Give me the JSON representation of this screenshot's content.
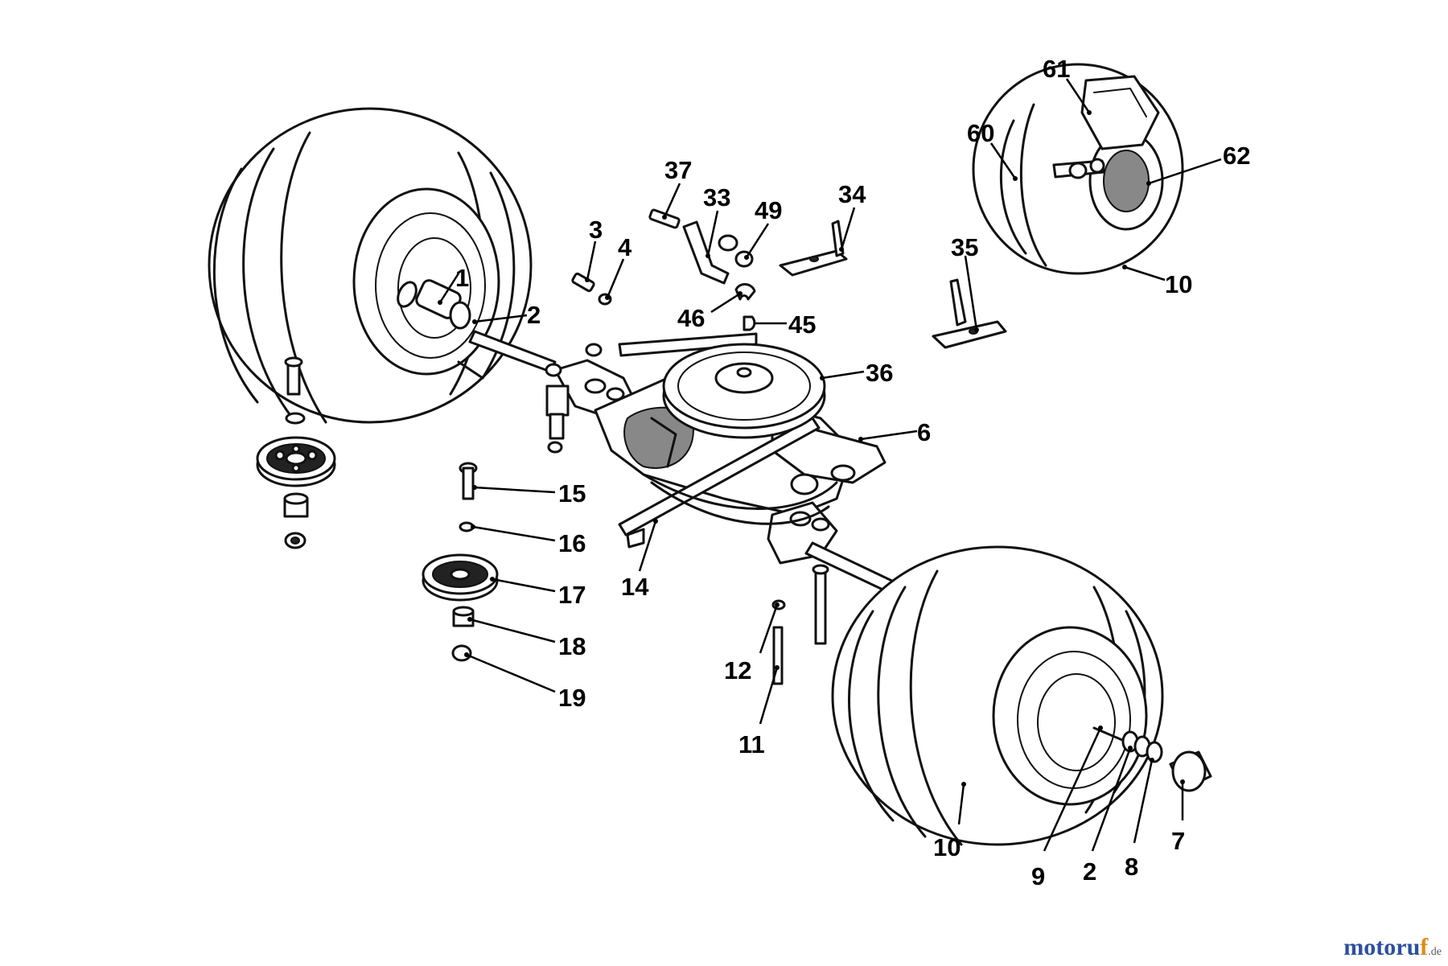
{
  "watermark": {
    "main": "motoru",
    "accent": "f",
    "suffix": ".de"
  },
  "callouts": {
    "c1": "1",
    "c2a": "2",
    "c2b": "2",
    "c3": "3",
    "c4": "4",
    "c6": "6",
    "c7": "7",
    "c8": "8",
    "c9": "9",
    "c10a": "10",
    "c10b": "10",
    "c11": "11",
    "c12": "12",
    "c14": "14",
    "c15": "15",
    "c16": "16",
    "c17": "17",
    "c18": "18",
    "c19": "19",
    "c33": "33",
    "c34": "34",
    "c35": "35",
    "c36": "36",
    "c37": "37",
    "c45": "45",
    "c46": "46",
    "c49": "49",
    "c60": "60",
    "c61": "61",
    "c62": "62"
  }
}
